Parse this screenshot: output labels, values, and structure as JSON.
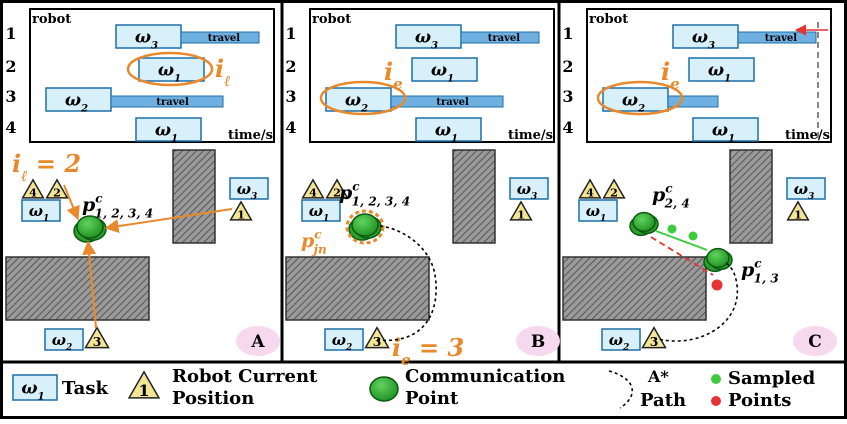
{
  "colors": {
    "task_fill": "#d7f0fa",
    "task_stroke": "#1f6fa8",
    "travel_fill": "#6fb0e0",
    "orange": "#e8892b",
    "robot_fill": "#f3e596",
    "comm_green": "#2ca02c",
    "comm_dark": "#0c5a12",
    "hatch": "#8a8a8a",
    "panel_label_bg": "#f6d8ef",
    "sample_green": "#3ecb3e",
    "sample_red": "#e53232"
  },
  "gantt": {
    "title": "robot",
    "xlabel": "time/s",
    "rows": [
      "1",
      "2",
      "3",
      "4"
    ],
    "travel_label": "travel"
  },
  "panels": [
    {
      "id": "A",
      "label": "A",
      "i_label": "iℓ",
      "i_eq": "iℓ = 2",
      "p_label": "p",
      "p_sup": "c",
      "p_sub": "1, 2, 3, 4",
      "tasks": {
        "w1": "ω1",
        "w2": "ω2",
        "w3": "ω3"
      },
      "robots": {
        "r1": "1",
        "r2": "2",
        "r3": "3",
        "r4": "4"
      }
    },
    {
      "id": "B",
      "label": "B",
      "i_label": "ie",
      "i_eq": "ie = 3",
      "p_label": "p",
      "p_sup": "c",
      "p_sub": "1, 2, 3, 4",
      "pj_label": "p",
      "pj_sup": "c",
      "pj_sub": "jn",
      "tasks": {
        "w1": "ω1",
        "w2": "ω2",
        "w3": "ω3"
      },
      "robots": {
        "r1": "1",
        "r2": "2",
        "r3": "3",
        "r4": "4"
      }
    },
    {
      "id": "C",
      "label": "C",
      "i_label": "ie",
      "p24_label": "p",
      "p24_sup": "c",
      "p24_sub": "2, 4",
      "p13_label": "p",
      "p13_sup": "c",
      "p13_sub": "1, 3",
      "tasks": {
        "w1": "ω1",
        "w2": "ω2",
        "w3": "ω3"
      },
      "robots": {
        "r1": "1",
        "r2": "2",
        "r3": "3",
        "r4": "4"
      }
    }
  ],
  "legend": {
    "task_icon": "ω1",
    "task_label": "Task",
    "robot_icon": "1",
    "robot_label_line1": "Robot Current",
    "robot_label_line2": "Position",
    "comm_label_line1": "Communication",
    "comm_label_line2": "Point",
    "path_label_line1": "A*",
    "path_label_line2": "Path",
    "sampled_label_line1": "Sampled",
    "sampled_label_line2": "Points"
  }
}
